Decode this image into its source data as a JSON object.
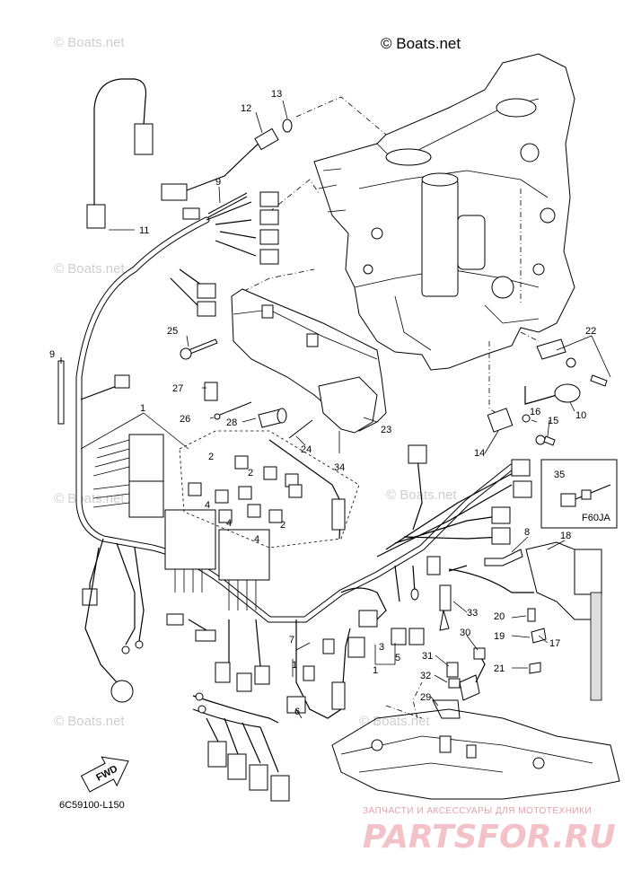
{
  "copyright": "© Boats.net",
  "watermark": "© Boats.net",
  "diagram_code": "6C59100-L150",
  "fwd_label": "FWD",
  "inset_code": "F60JA",
  "brand_subtitle": "ЗАПЧАСТИ И АКСЕССУАРЫ ДЛЯ МОТОТЕХНИКИ",
  "brand_logo_text": "PARTSFOR.RU",
  "callouts": {
    "c1a": "1",
    "c1b": "1",
    "c1c": "1",
    "c2a": "2",
    "c2b": "2",
    "c2c": "2",
    "c3": "3",
    "c4a": "4",
    "c4b": "4",
    "c4c": "4",
    "c5": "5",
    "c6": "6",
    "c7": "7",
    "c8": "8",
    "c9a": "9",
    "c9b": "9",
    "c10": "10",
    "c11": "11",
    "c12": "12",
    "c13": "13",
    "c14": "14",
    "c15": "15",
    "c16": "16",
    "c17": "17",
    "c18": "18",
    "c19": "19",
    "c20": "20",
    "c21": "21",
    "c22": "22",
    "c23": "23",
    "c24": "24",
    "c25": "25",
    "c26": "26",
    "c27": "27",
    "c28": "28",
    "c29": "29",
    "c30": "30",
    "c31": "31",
    "c32": "32",
    "c33": "33",
    "c34": "34",
    "c35": "35"
  }
}
